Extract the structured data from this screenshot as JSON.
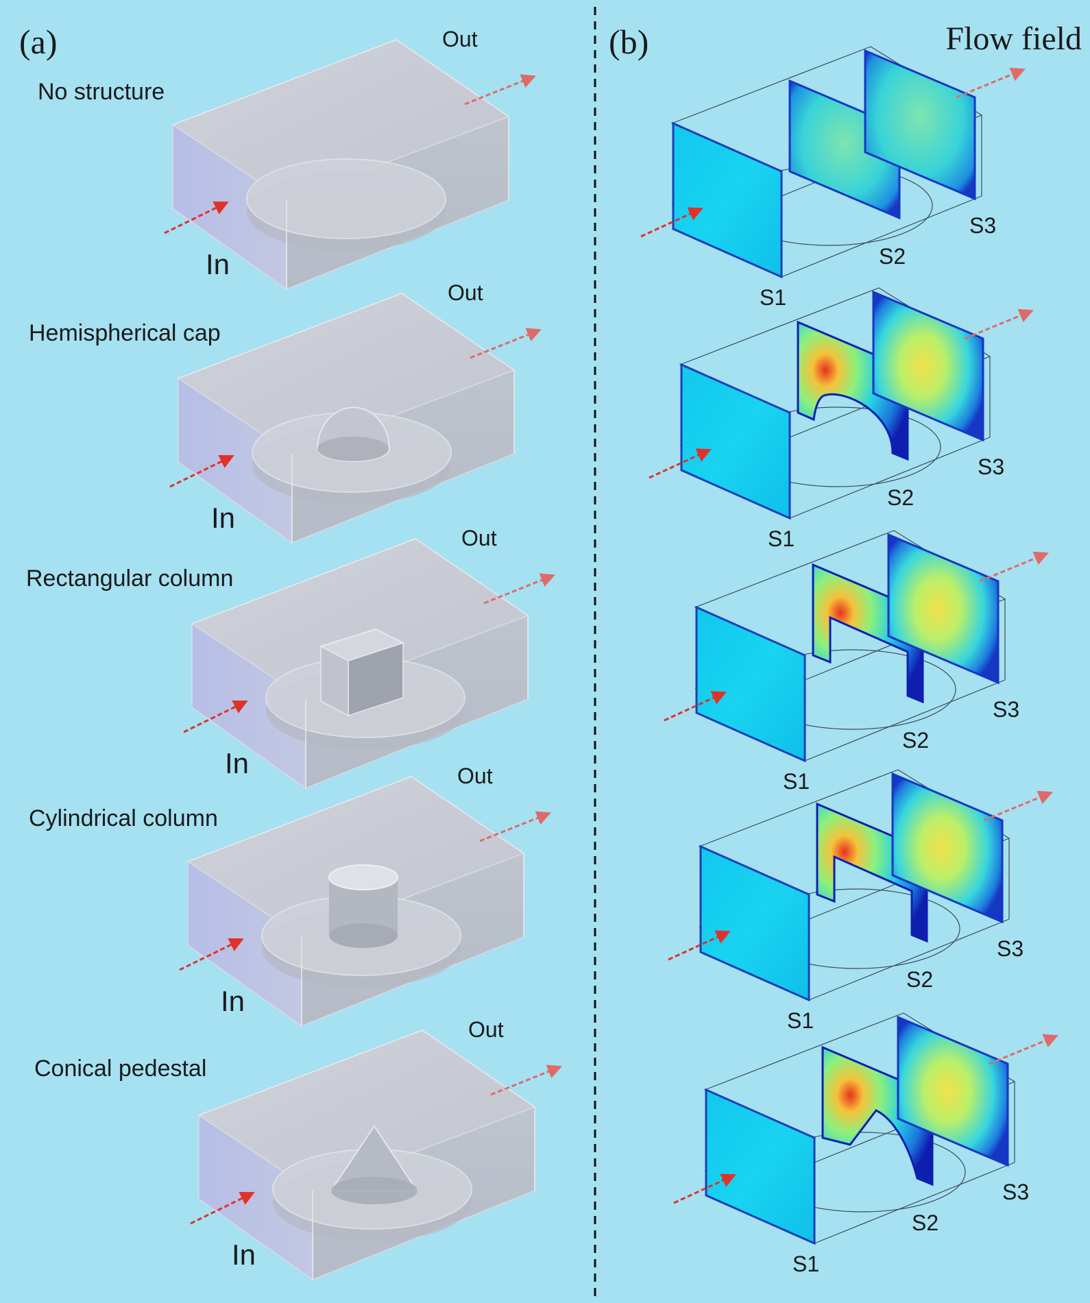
{
  "colors": {
    "background": "#a5e1f1",
    "divider": "#111111",
    "box_face": "#c9cdd6",
    "arrow": "#e0322a",
    "text": "#1a1a1a"
  },
  "panel_a": {
    "label": "(a)",
    "rows": [
      {
        "title": "No structure",
        "obstacle": "none",
        "out_label": "Out",
        "in_label": "In"
      },
      {
        "title": "Hemispherical cap",
        "obstacle": "hemisphere",
        "out_label": "Out",
        "in_label": "In"
      },
      {
        "title": "Rectangular column",
        "obstacle": "rectangle",
        "out_label": "Out",
        "in_label": "In"
      },
      {
        "title": "Cylindrical column",
        "obstacle": "cylinder",
        "out_label": "Out",
        "in_label": "In"
      },
      {
        "title": "Conical pedestal",
        "obstacle": "cone",
        "out_label": "Out",
        "in_label": "In"
      }
    ]
  },
  "panel_b": {
    "label": "(b)",
    "title": "Flow field",
    "rows": [
      {
        "obstacle": "none",
        "s1": "S1",
        "s2": "S2",
        "s3": "S3"
      },
      {
        "obstacle": "hemisphere",
        "s1": "S1",
        "s2": "S2",
        "s3": "S3"
      },
      {
        "obstacle": "rectangle",
        "s1": "S1",
        "s2": "S2",
        "s3": "S3"
      },
      {
        "obstacle": "cylinder",
        "s1": "S1",
        "s2": "S2",
        "s3": "S3"
      },
      {
        "obstacle": "cone",
        "s1": "S1",
        "s2": "S2",
        "s3": "S3"
      }
    ]
  }
}
